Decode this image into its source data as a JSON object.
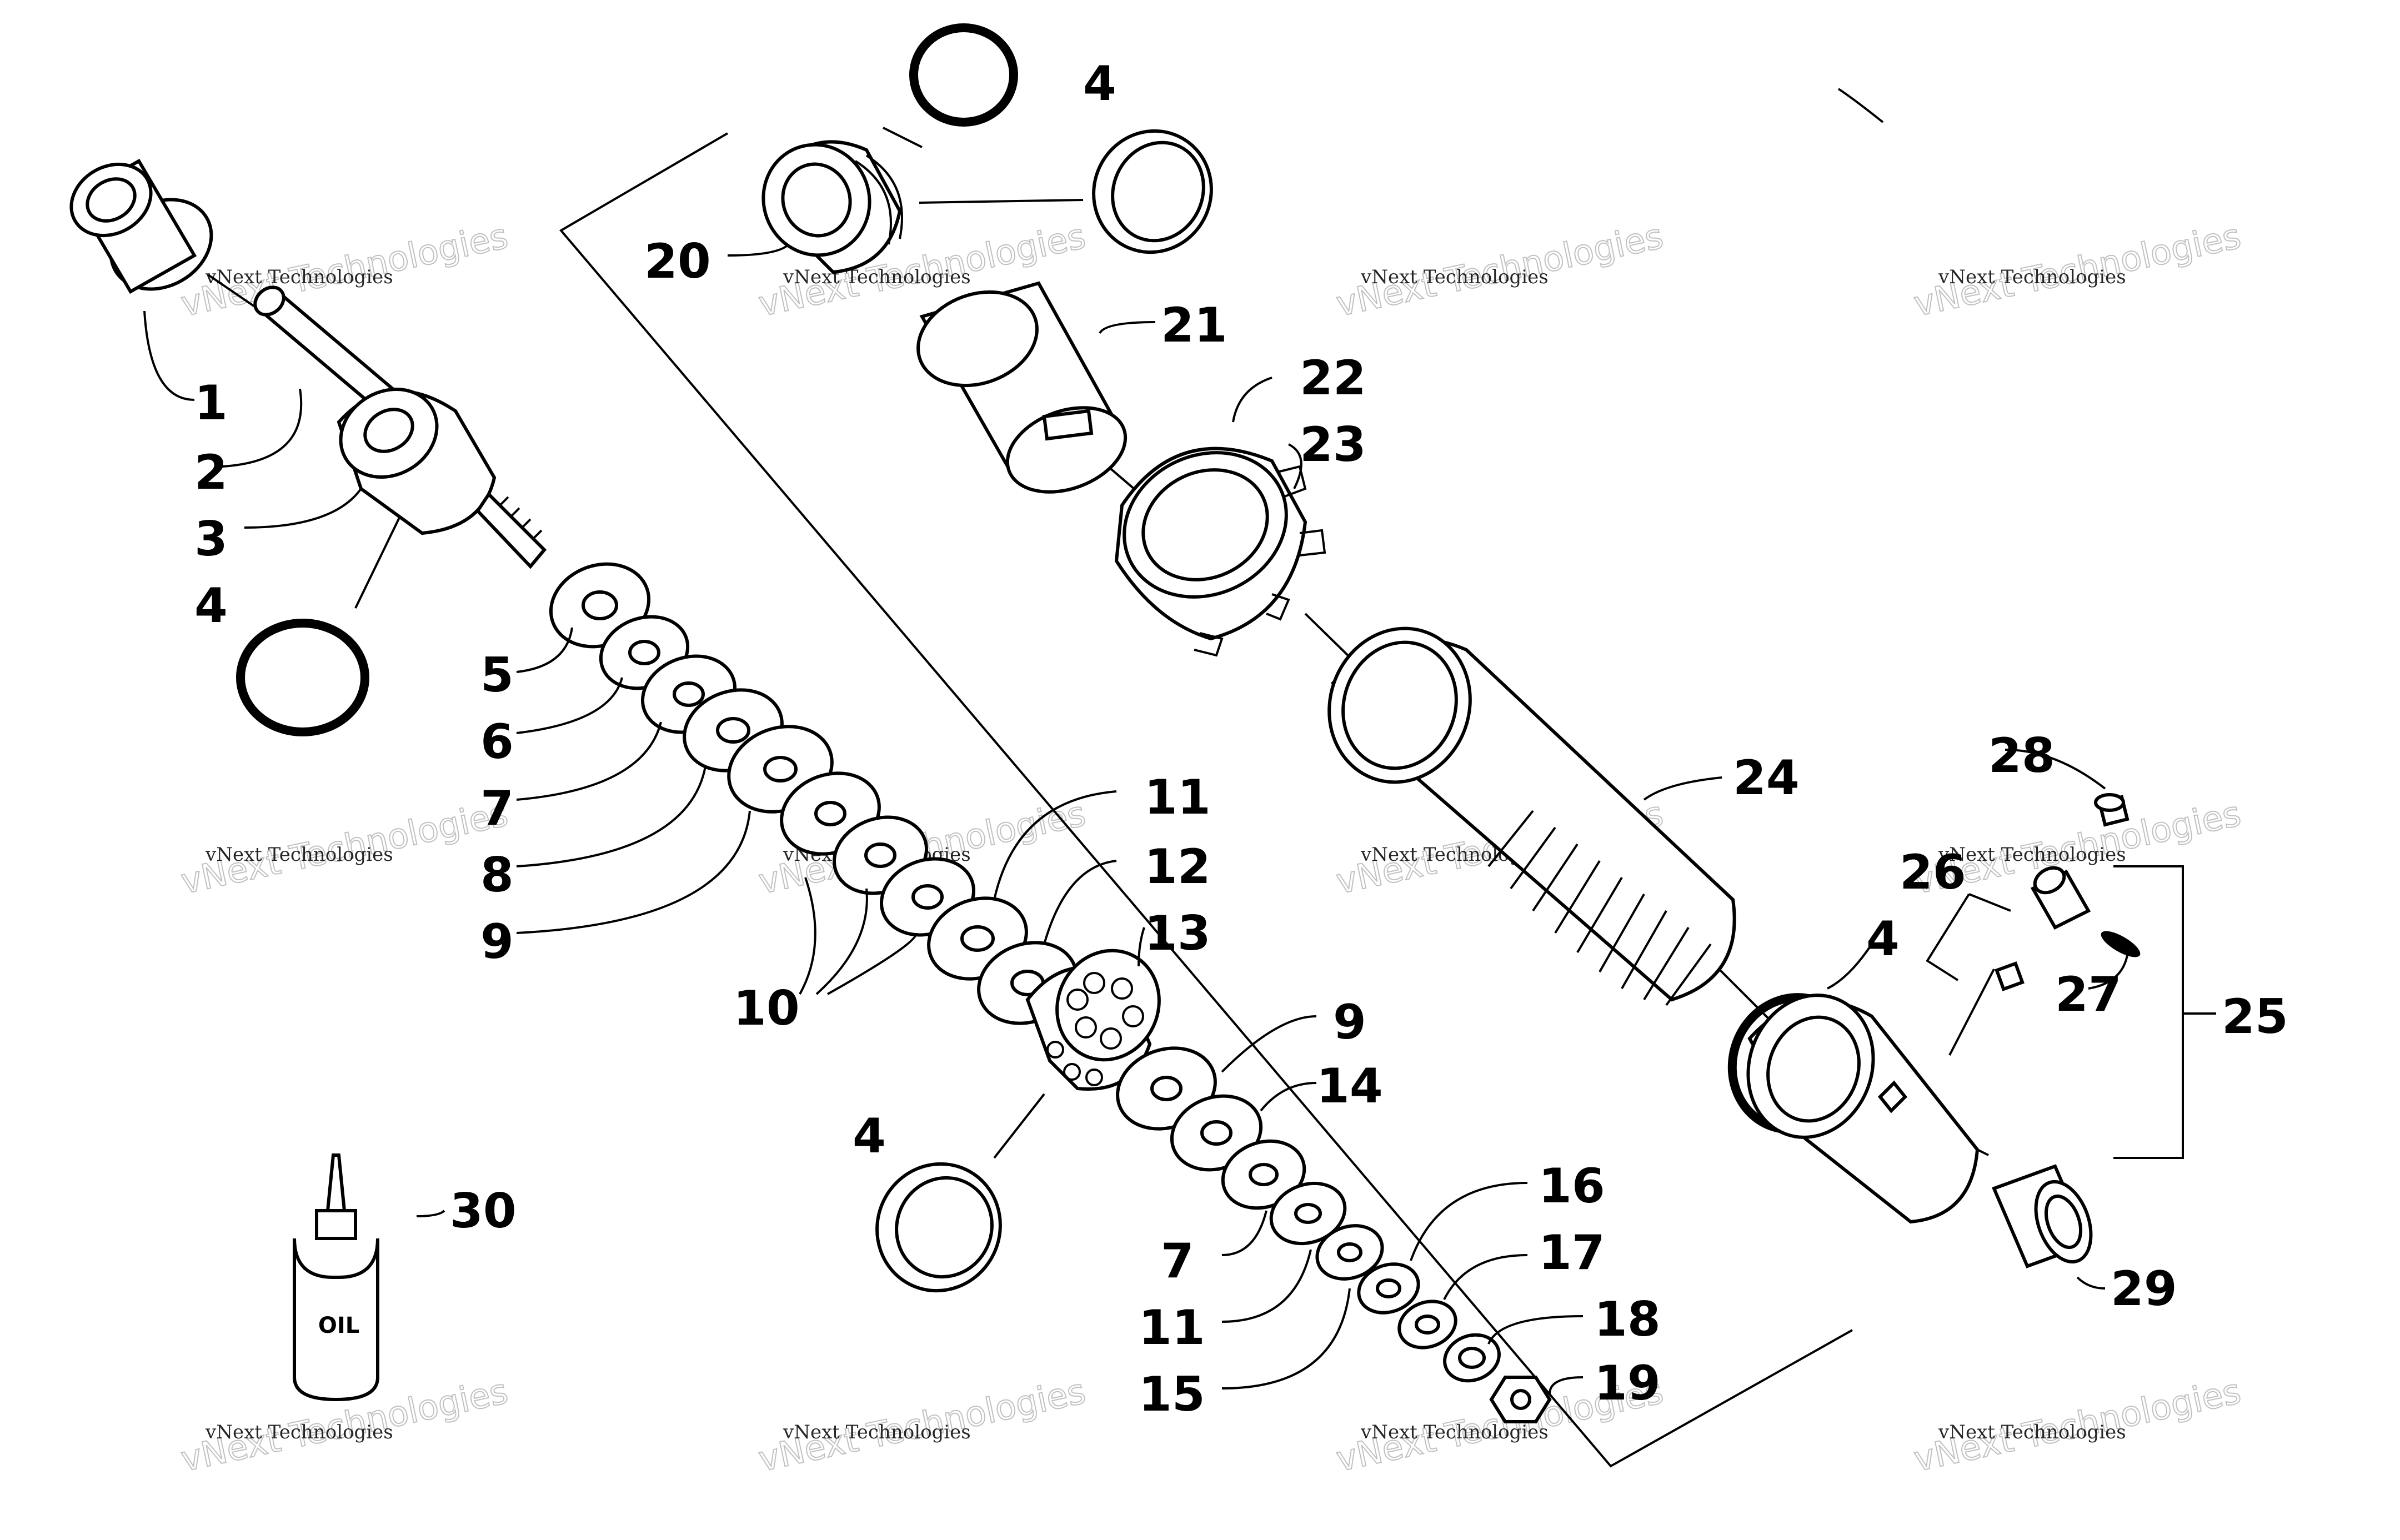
{
  "callouts": [
    {
      "id": "c1",
      "label": "1"
    },
    {
      "id": "c2",
      "label": "2"
    },
    {
      "id": "c3",
      "label": "3"
    },
    {
      "id": "c4a",
      "label": "4"
    },
    {
      "id": "c5",
      "label": "5"
    },
    {
      "id": "c6",
      "label": "6"
    },
    {
      "id": "c7a",
      "label": "7"
    },
    {
      "id": "c8",
      "label": "8"
    },
    {
      "id": "c9a",
      "label": "9"
    },
    {
      "id": "c10",
      "label": "10"
    },
    {
      "id": "c11a",
      "label": "11"
    },
    {
      "id": "c12",
      "label": "12"
    },
    {
      "id": "c13",
      "label": "13"
    },
    {
      "id": "c4b",
      "label": "4"
    },
    {
      "id": "c9b",
      "label": "9"
    },
    {
      "id": "c14",
      "label": "14"
    },
    {
      "id": "c7b",
      "label": "7"
    },
    {
      "id": "c11b",
      "label": "11"
    },
    {
      "id": "c15",
      "label": "15"
    },
    {
      "id": "c16",
      "label": "16"
    },
    {
      "id": "c17",
      "label": "17"
    },
    {
      "id": "c18",
      "label": "18"
    },
    {
      "id": "c19",
      "label": "19"
    },
    {
      "id": "c4c",
      "label": "4"
    },
    {
      "id": "c20",
      "label": "20"
    },
    {
      "id": "c21",
      "label": "21"
    },
    {
      "id": "c22",
      "label": "22"
    },
    {
      "id": "c23",
      "label": "23"
    },
    {
      "id": "c24",
      "label": "24"
    },
    {
      "id": "c4d",
      "label": "4"
    },
    {
      "id": "c25",
      "label": "25"
    },
    {
      "id": "c26",
      "label": "26"
    },
    {
      "id": "c27",
      "label": "27"
    },
    {
      "id": "c28",
      "label": "28"
    },
    {
      "id": "c29",
      "label": "29"
    },
    {
      "id": "c30",
      "label": "30"
    }
  ],
  "bottle_label": "OIL",
  "watermark": {
    "line1": "vNext Technologies",
    "line2": "vNext Technologies"
  }
}
